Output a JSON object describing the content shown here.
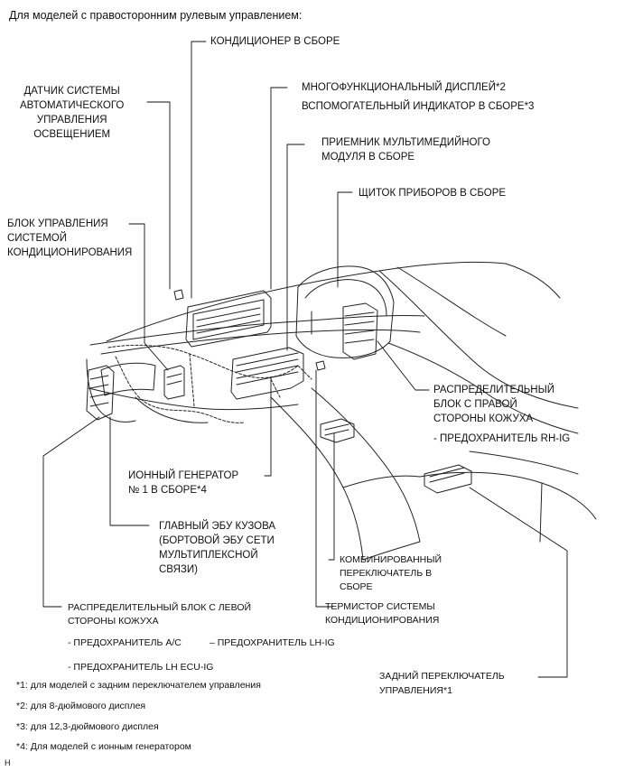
{
  "header": "Для моделей с правосторонним рулевым управлением:",
  "labels": {
    "ac_assembly": "КОНДИЦИОНЕР В СБОРЕ",
    "light_sensor": [
      "ДАТЧИК СИСТЕМЫ",
      "АВТОМАТИЧЕСКОГО",
      "УПРАВЛЕНИЯ",
      "ОСВЕЩЕНИЕМ"
    ],
    "multi_display": "МНОГОФУНКЦИОНАЛЬНЫЙ ДИСПЛЕЙ*2",
    "aux_indicator": "ВСПОМОГАТЕЛЬНЫЙ ИНДИКАТОР В СБОРЕ*3",
    "media_receiver": [
      "ПРИЕМНИК МУЛЬТИМЕДИЙНОГО",
      "МОДУЛЯ В СБОРЕ"
    ],
    "cluster": "ЩИТОК ПРИБОРОВ В СБОРЕ",
    "ac_control": [
      "БЛОК УПРАВЛЕНИЯ",
      "СИСТЕМОЙ",
      "КОНДИЦИОНИРОВАНИЯ"
    ],
    "rh_junction": [
      "РАСПРЕДЕЛИТЕЛЬНЫЙ",
      "БЛОК С ПРАВОЙ",
      "СТОРОНЫ КОЖУХА"
    ],
    "rh_fuse": "- ПРЕДОХРАНИТЕЛЬ RH-IG",
    "ion_generator": [
      "ИОННЫЙ ГЕНЕРАТОР",
      "№ 1 В СБОРЕ*4"
    ],
    "main_body_ecu": [
      "ГЛАВНЫЙ ЭБУ КУЗОВА",
      "(БОРТОВОЙ ЭБУ СЕТИ",
      "МУЛЬТИПЛЕКСНОЙ",
      "СВЯЗИ)"
    ],
    "combo_switch": [
      "КОМБИНИРОВАННЫЙ",
      "ПЕРЕКЛЮЧАТЕЛЬ В",
      "СБОРЕ"
    ],
    "thermistor": [
      "ТЕРМИСТОР СИСТЕМЫ",
      "КОНДИЦИОНИРОВАНИЯ"
    ],
    "lh_junction": [
      "РАСПРЕДЕЛИТЕЛЬНЫЙ БЛОК С ЛЕВОЙ",
      "СТОРОНЫ КОЖУХА"
    ],
    "lh_fuse_ac": "- ПРЕДОХРАНИТЕЛЬ A/C",
    "lh_fuse_lhig": "– ПРЕДОХРАНИТЕЛЬ LH-IG",
    "lh_fuse_ecuig": "- ПРЕДОХРАНИТЕЛЬ LH ECU-IG",
    "rear_switch": [
      "ЗАДНИЙ ПЕРЕКЛЮЧАТЕЛЬ",
      "УПРАВЛЕНИЯ*1"
    ]
  },
  "notes": [
    "*1: для моделей с задним переключателем управления",
    "*2: для 8-дюймового дисплея",
    "*3: для 12,3-дюймового дисплея",
    "*4: Для моделей с ионным генератором"
  ],
  "corner_mark": "H"
}
